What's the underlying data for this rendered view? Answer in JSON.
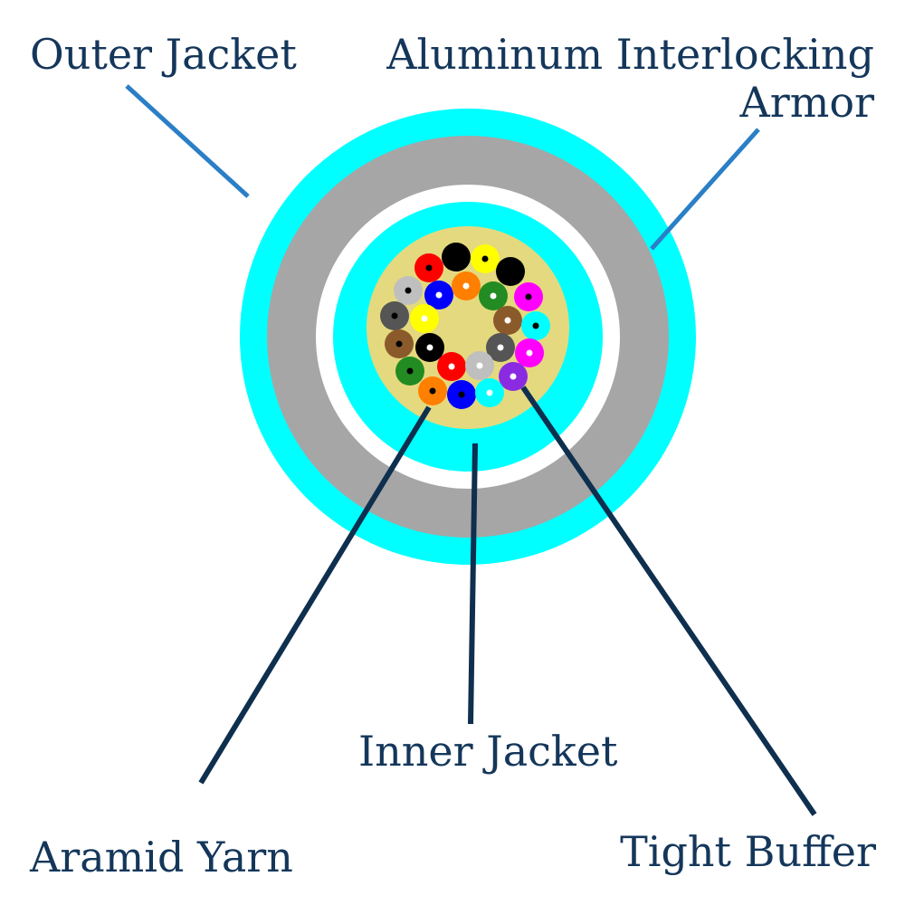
{
  "labels": {
    "outer_jacket": "Outer Jacket",
    "armor_line1": "Aluminum Interlocking",
    "armor_line2": "Armor",
    "inner_jacket": "Inner Jacket",
    "aramid_yarn": "Aramid Yarn",
    "tight_buffer": "Tight Buffer"
  },
  "colors": {
    "outer_jacket": "#00ffff",
    "armor": "#a6a6a6",
    "gap": "#ffffff",
    "inner_jacket": "#00ffff",
    "aramid_yarn": "#e4d97e",
    "label_text": "#14365a",
    "leader_dark": "#0f2f4e",
    "leader_light": "#2a7fc6"
  },
  "fibers": [
    {
      "color": "#ff0000",
      "dot": "#000000"
    },
    {
      "color": "#000000",
      "dot": "#000000"
    },
    {
      "color": "#ffff00",
      "dot": "#000000"
    },
    {
      "color": "#000000",
      "dot": "#000000"
    },
    {
      "color": "#bfbfbf",
      "dot": "#000000"
    },
    {
      "color": "#0000ff",
      "dot": "#ffffff"
    },
    {
      "color": "#ff7f00",
      "dot": "#ffffff"
    },
    {
      "color": "#228b22",
      "dot": "#ffffff"
    },
    {
      "color": "#ff00ff",
      "dot": "#000000"
    },
    {
      "color": "#555555",
      "dot": "#000000"
    },
    {
      "color": "#ffff00",
      "dot": "#ffffff"
    },
    {
      "color": "#8b5a2b",
      "dot": "#ffffff"
    },
    {
      "color": "#00ffff",
      "dot": "#000000"
    },
    {
      "color": "#8b5a2b",
      "dot": "#000000"
    },
    {
      "color": "#000000",
      "dot": "#ffffff"
    },
    {
      "color": "#555555",
      "dot": "#ffffff"
    },
    {
      "color": "#ff00ff",
      "dot": "#ffffff"
    },
    {
      "color": "#228b22",
      "dot": "#000000"
    },
    {
      "color": "#ff0000",
      "dot": "#ffffff"
    },
    {
      "color": "#bfbfbf",
      "dot": "#ffffff"
    },
    {
      "color": "#8a2be2",
      "dot": "#ffffff"
    },
    {
      "color": "#ff7f00",
      "dot": "#000000"
    },
    {
      "color": "#0000ff",
      "dot": "#000000"
    },
    {
      "color": "#00ffff",
      "dot": "#ffffff"
    }
  ]
}
